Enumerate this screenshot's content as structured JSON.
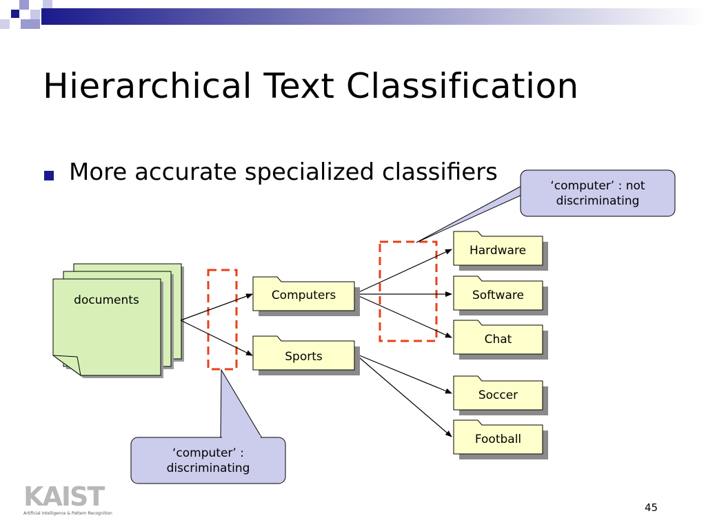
{
  "slide": {
    "title": "Hierarchical Text Classification",
    "bullet": "More accurate specialized classifiers",
    "page_number": "45"
  },
  "colors": {
    "folder_fill": "#ffffcc",
    "doc_fill": "#d8f0b8",
    "callout_fill": "#ccccec",
    "dashed_box": "#e8401a",
    "bullet": "#1a1a8c"
  },
  "diagram": {
    "documents_label": "documents",
    "root_categories": [
      "Computers",
      "Sports"
    ],
    "computer_subcategories": [
      "Hardware",
      "Software",
      "Chat"
    ],
    "sports_subcategories": [
      "Soccer",
      "Football"
    ],
    "callout_top": "‘computer’ : not discriminating",
    "callout_bottom": "‘computer’ : discriminating"
  },
  "logo": {
    "text": "KAIST",
    "subtitle": "Artificial Intelligence & Pattern Recognition"
  }
}
